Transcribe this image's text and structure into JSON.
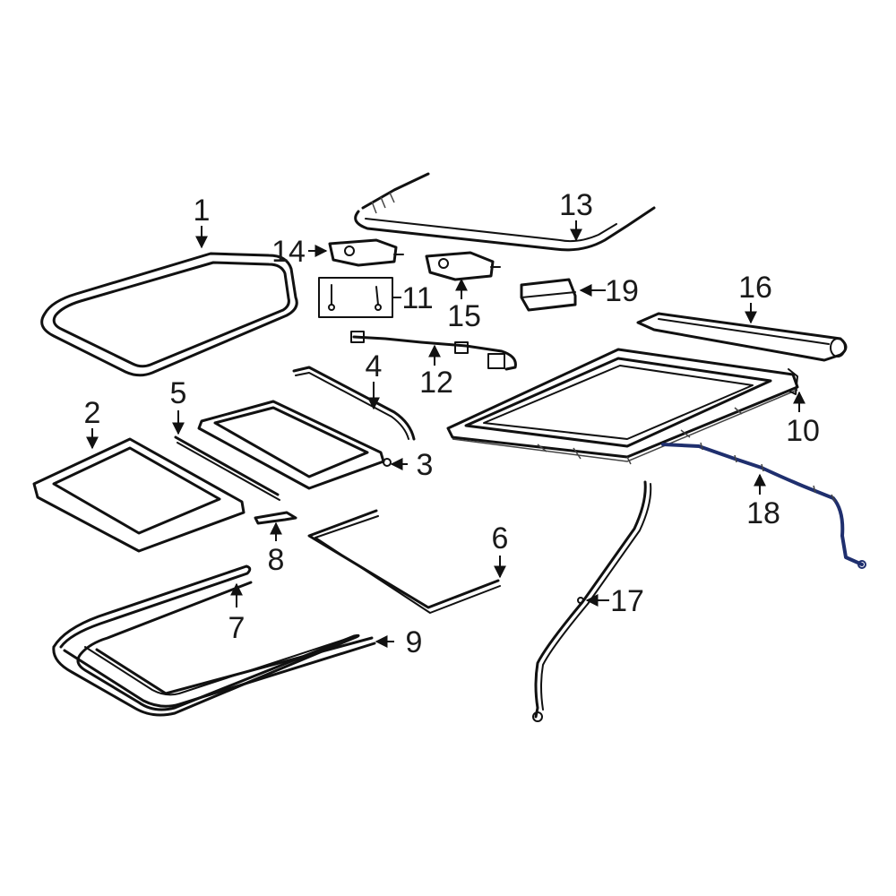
{
  "callouts": {
    "c1": "1",
    "c2": "2",
    "c3": "3",
    "c4": "4",
    "c5": "5",
    "c6": "6",
    "c7": "7",
    "c8": "8",
    "c9": "9",
    "c10": "10",
    "c11": "11",
    "c12": "12",
    "c13": "13",
    "c14": "14",
    "c15": "15",
    "c16": "16",
    "c17": "17",
    "c18": "18",
    "c19": "19"
  },
  "colors": {
    "line": "#111111",
    "highlight_part": "#1f2f6e",
    "background": "#ffffff"
  }
}
